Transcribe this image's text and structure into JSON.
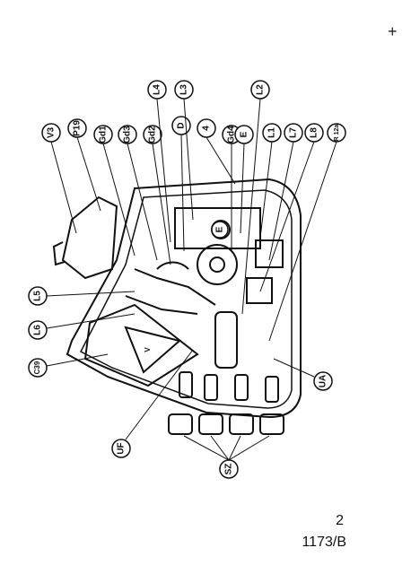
{
  "top_labels": [
    "V3",
    "P19",
    "Gd1",
    "Gd3",
    "Gd2",
    "L4",
    "D",
    "L3",
    "4",
    "Gd4",
    "E",
    "L2",
    "L1",
    "L7",
    "L8",
    "R 12a"
  ],
  "left_labels": [
    "L5",
    "L6",
    "C39"
  ],
  "bottom_labels": [
    "UF",
    "SZ"
  ],
  "right_label": "UA",
  "inner_labels": {
    "e_marker": "E",
    "triangle": "V"
  },
  "page_number": "2",
  "doc_ref": "1173/B",
  "cross_mark": "+"
}
